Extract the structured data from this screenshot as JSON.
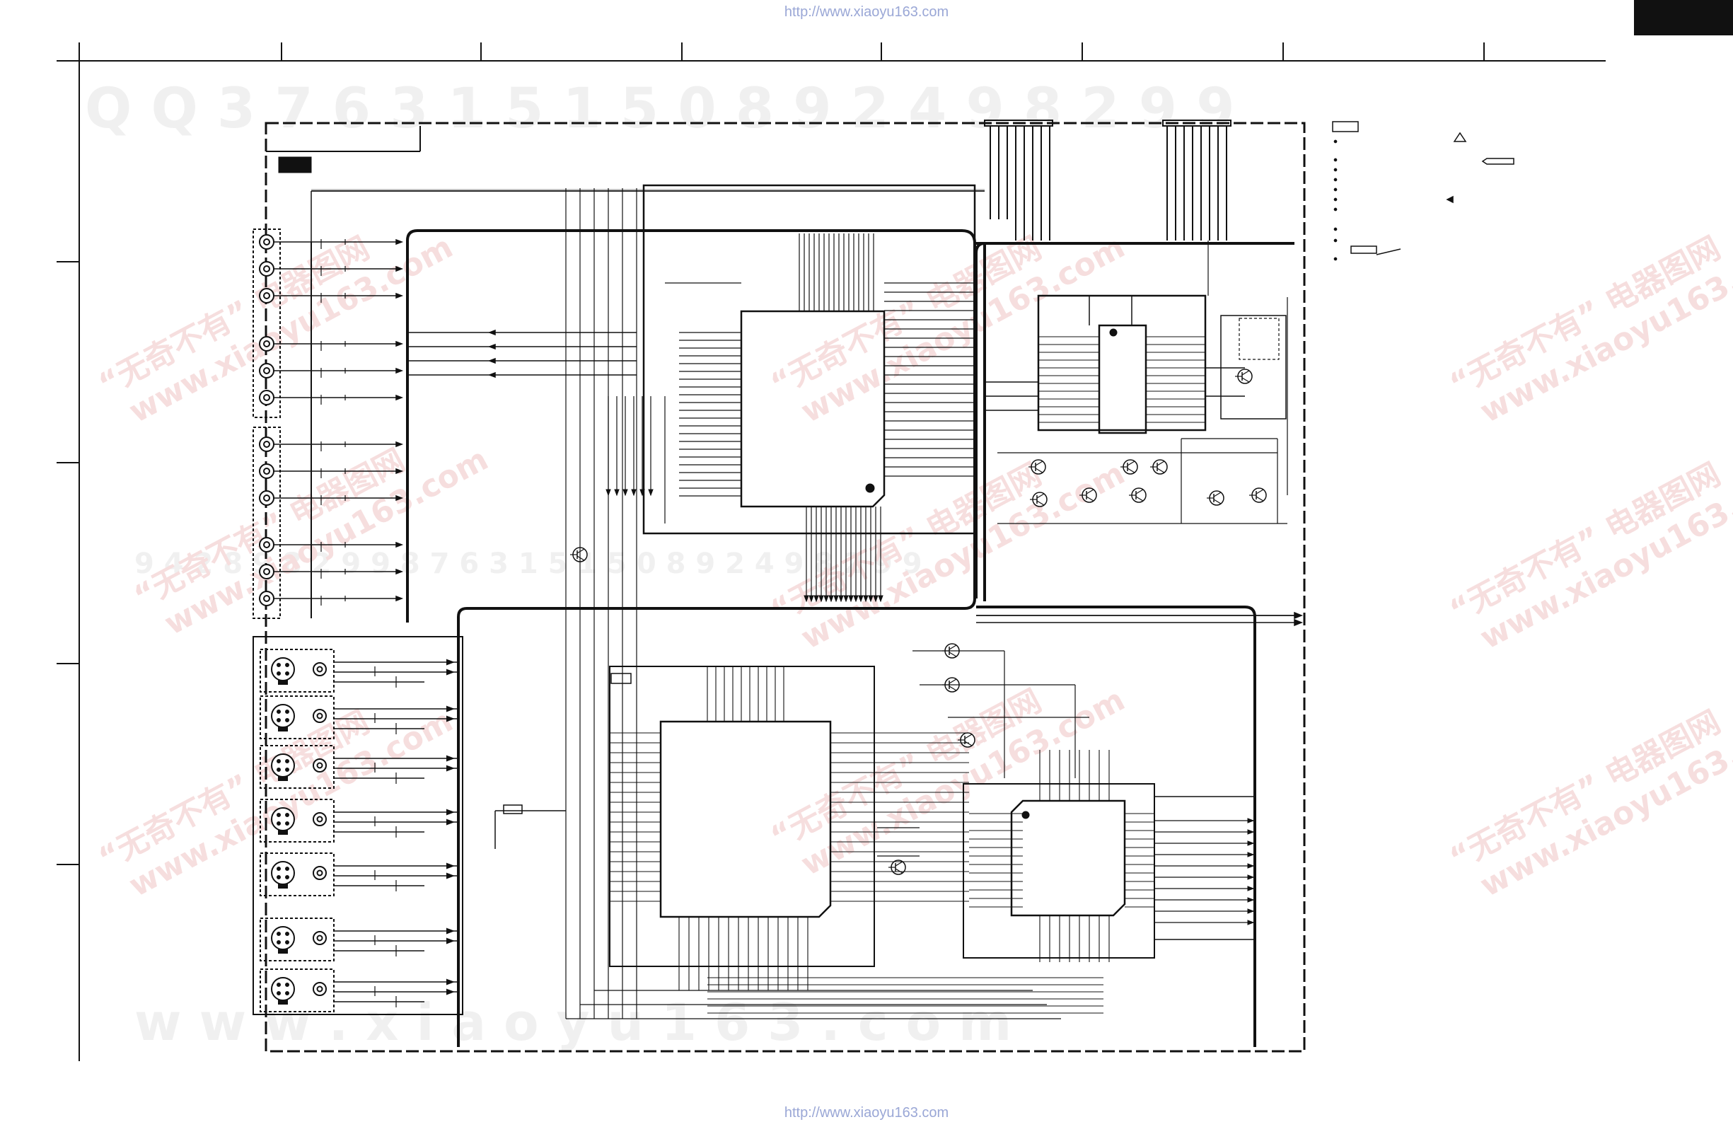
{
  "page": {
    "url_top": "http://www.xiaoyu163.com",
    "url_bottom": "http://www.xiaoyu163.com"
  },
  "watermarks": {
    "qq_row": "Q Q   3 7 6 3 1 5 1 5 0     8 9 2 4 9 8 2 9 9",
    "mid_row": "9 4 2 8 9 8 2 9 9 8 7 6 3 1 5 1 5 0   8 9 2 4 9 8 2 9 9",
    "bottom_row": "w w w . x i a o y u 1 6 3 . c o m",
    "diag_cn": "“无奇不有”  电器图网",
    "diag_url": "www.xiaoyu163.com"
  },
  "colors": {
    "line": "#111111",
    "watermark": "#efefef",
    "watermark_red": "#f5dcdc",
    "url": "#9aa7d6"
  }
}
